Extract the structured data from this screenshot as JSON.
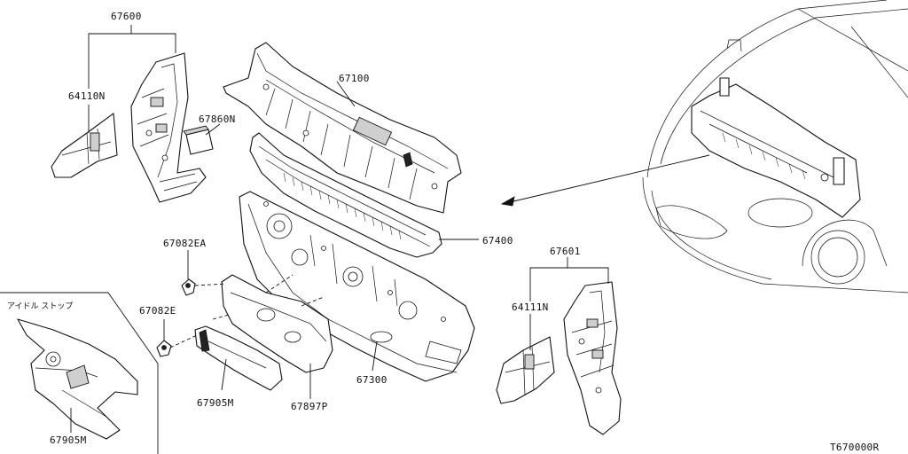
{
  "diagram": {
    "drawing_code": "T670000R",
    "inset_title": "アイドル ストップ",
    "callouts": [
      {
        "id": "c-67600",
        "text": "67600"
      },
      {
        "id": "c-64110N",
        "text": "64110N"
      },
      {
        "id": "c-67860N",
        "text": "67860N"
      },
      {
        "id": "c-67100",
        "text": "67100"
      },
      {
        "id": "c-67400",
        "text": "67400"
      },
      {
        "id": "c-67082EA",
        "text": "67082EA"
      },
      {
        "id": "c-67082E",
        "text": "67082E"
      },
      {
        "id": "c-67300",
        "text": "67300"
      },
      {
        "id": "c-67905M-main",
        "text": "67905M"
      },
      {
        "id": "c-67897P",
        "text": "67897P"
      },
      {
        "id": "c-67905M-inset",
        "text": "67905M"
      },
      {
        "id": "c-67601",
        "text": "67601"
      },
      {
        "id": "c-64111N",
        "text": "64111N"
      }
    ]
  }
}
